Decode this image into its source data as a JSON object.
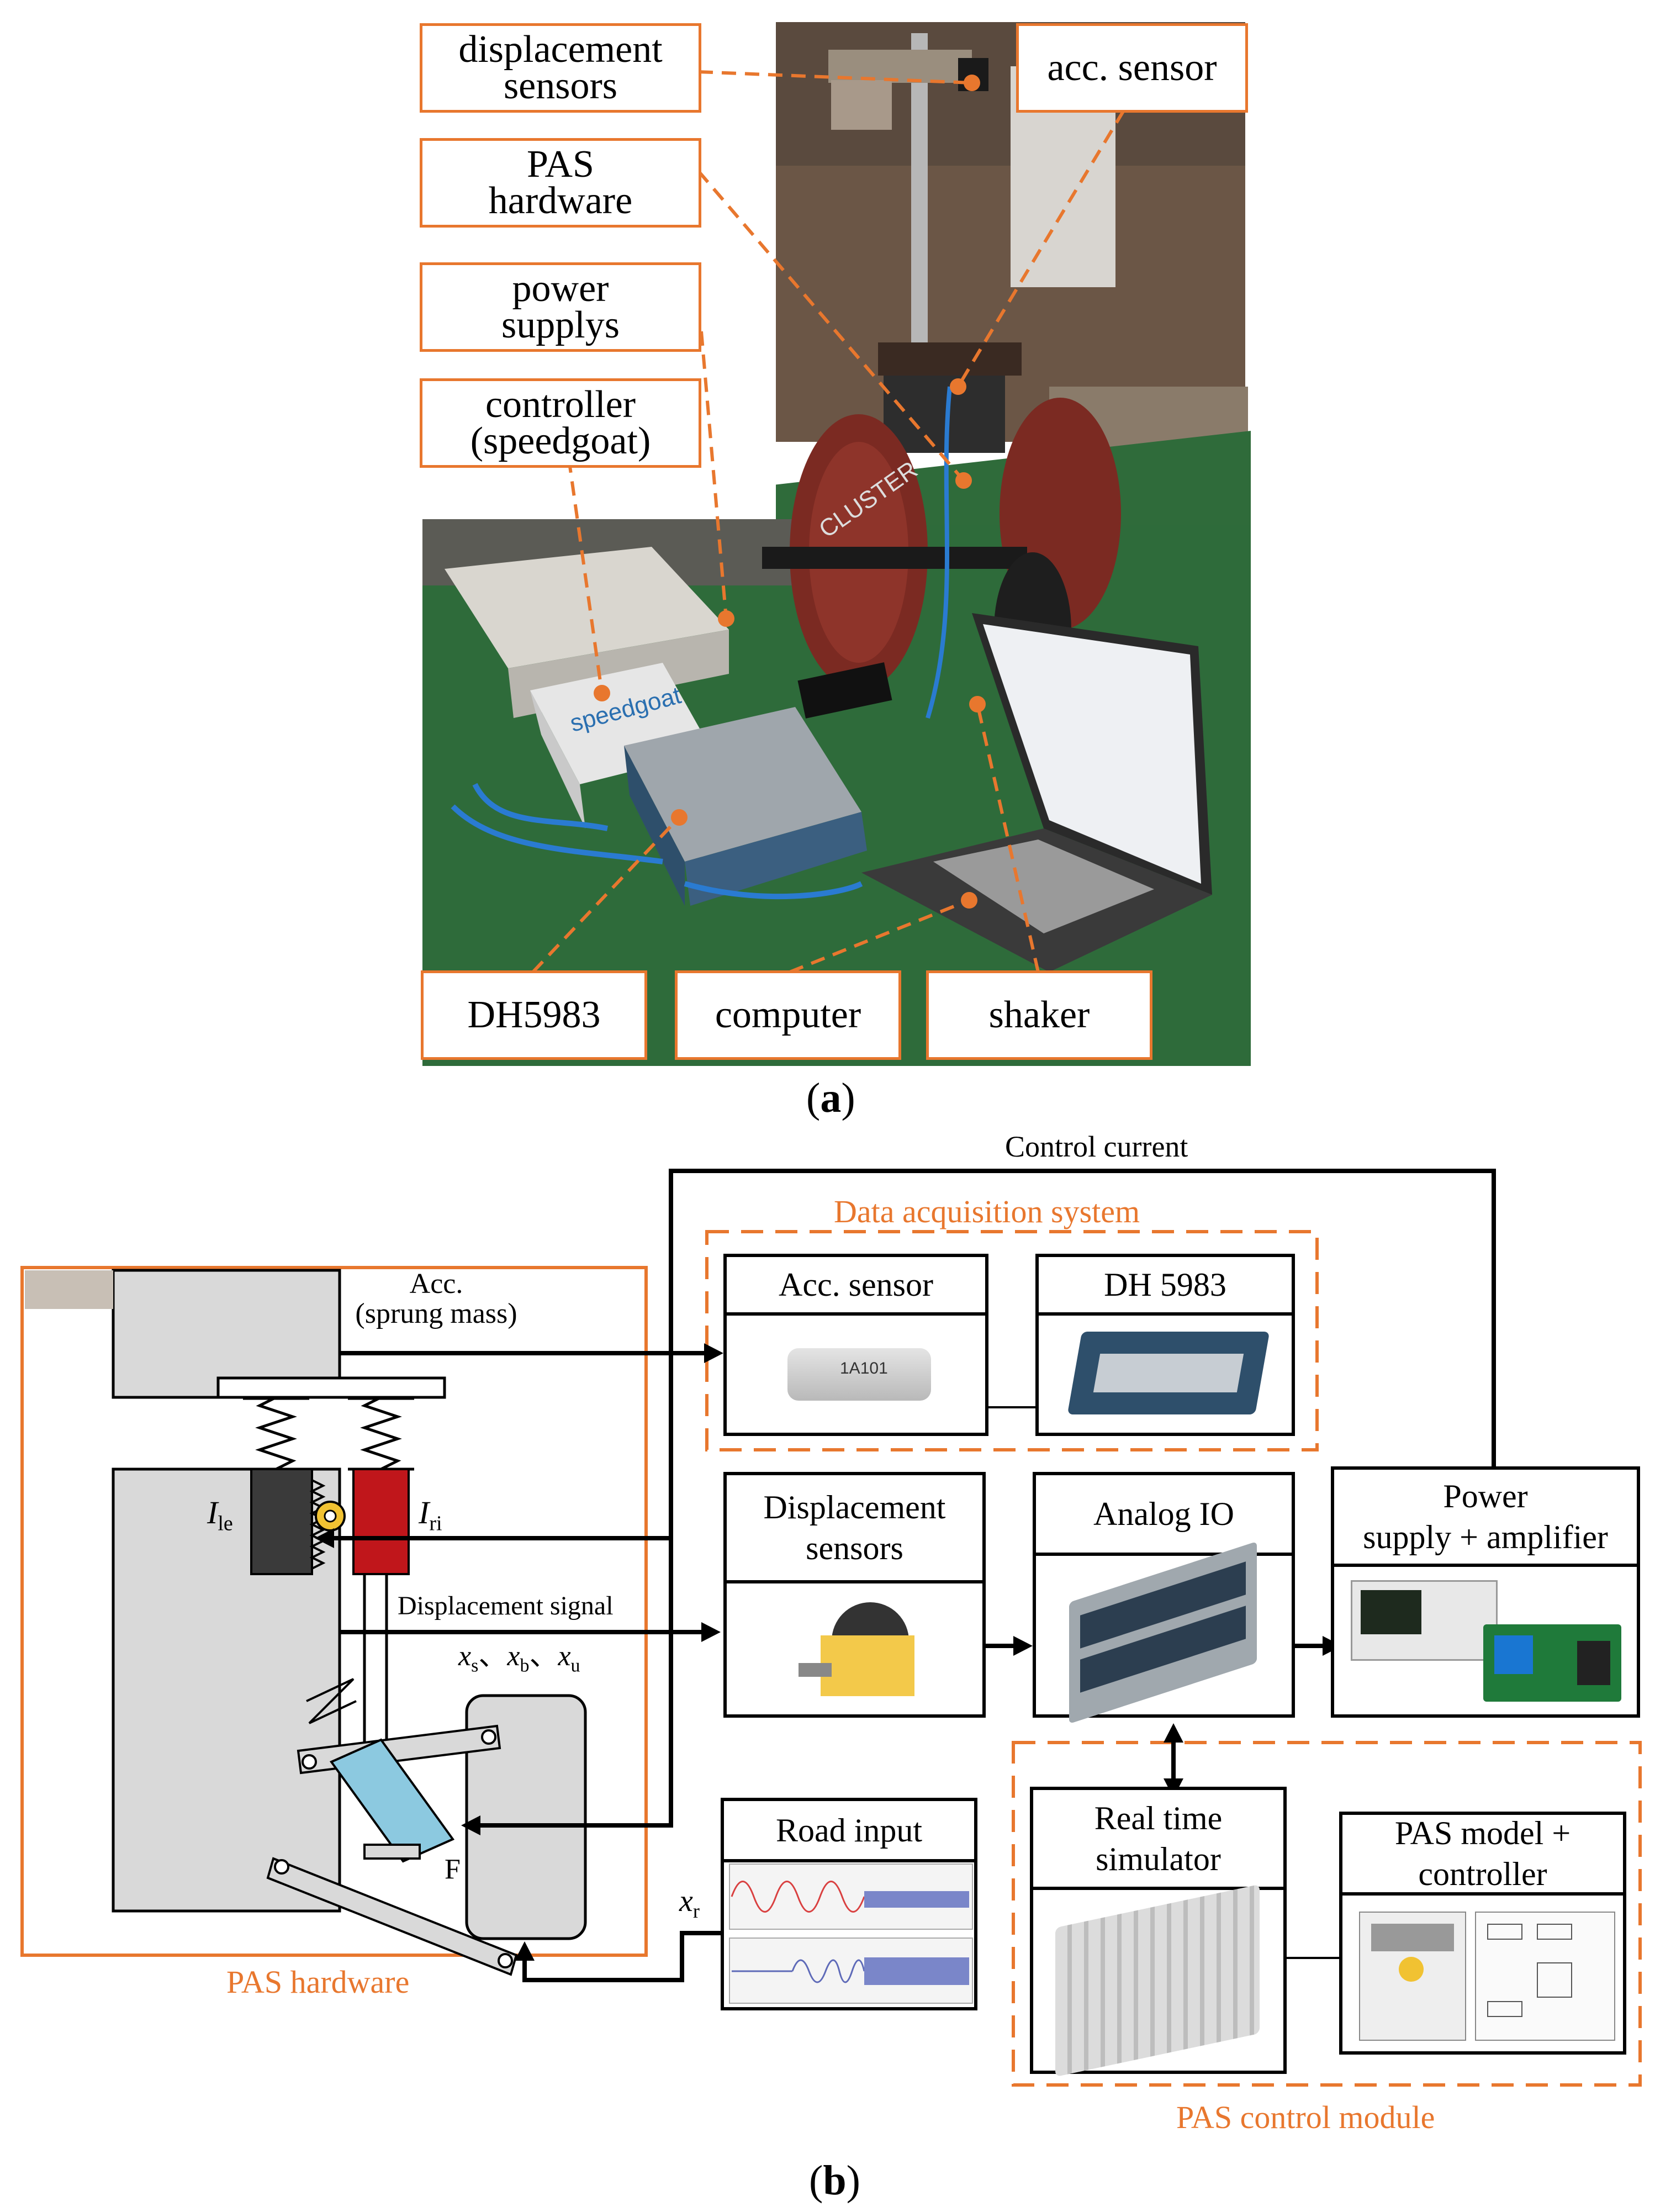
{
  "panel_a": {
    "labels": {
      "displacement_sensors": "displacement\nsensors",
      "acc_sensor": "acc. sensor",
      "pas_hardware": "PAS\nhardware",
      "power_supplys": "power\nsupplys",
      "controller": "controller\n(speedgoat)",
      "dh5983": "DH5983",
      "computer": "computer",
      "shaker": "shaker"
    },
    "caption_letter": "a",
    "photo_text": {
      "plate_brand": "CLUSTER",
      "box_brand": "speedgoat"
    }
  },
  "panel_b": {
    "control_current": "Control current",
    "data_acquisition_system": "Data acquisition system",
    "blocks": {
      "acc_sensor": "Acc. sensor",
      "dh5983": "DH 5983",
      "displacement_sensors": "Displacement\nsensors",
      "analog_io": "Analog IO",
      "power_supply": "Power\nsupply + amplifier",
      "road_input": "Road input",
      "real_time_simulator": "Real time\nsimulator",
      "pas_model": "PAS model +\ncontroller"
    },
    "pas_hardware": {
      "title": "PAS hardware",
      "acc_label": "Acc.\n(sprung mass)",
      "i_le": "I",
      "i_le_sub": "le",
      "i_ri": "I",
      "i_ri_sub": "ri",
      "displacement_signal": "Displacement signal",
      "xs": "x",
      "xs_sub": "s",
      "xb": "x",
      "xb_sub": "b",
      "xu": "x",
      "xu_sub": "u",
      "sep": "、",
      "force": "F"
    },
    "xr": "x",
    "xr_sub": "r",
    "pas_control_module": "PAS control module",
    "acc_sensor_model": "1A101",
    "caption_letter": "b",
    "colors": {
      "orange": "#e8772e",
      "red_actuator": "#c0161b",
      "dark_actuator": "#3a3a3a",
      "gray_body": "#d9d9d9",
      "lightblue": "#8cc9e0"
    }
  }
}
